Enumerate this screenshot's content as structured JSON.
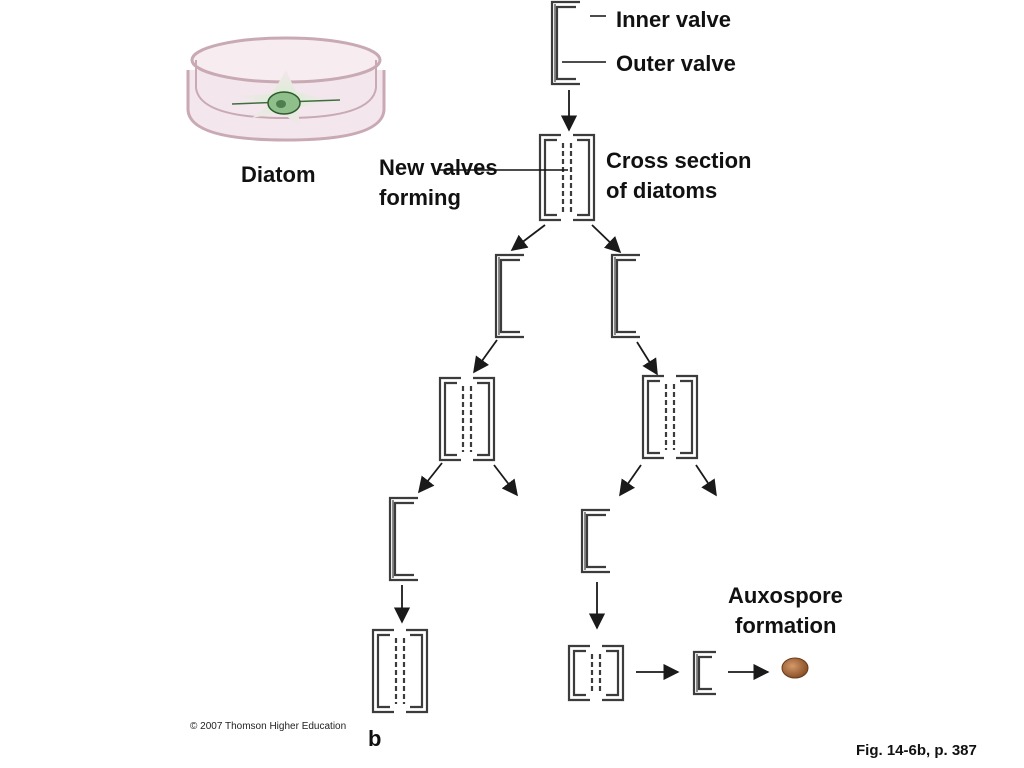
{
  "labels": {
    "inner_valve": "Inner valve",
    "outer_valve": "Outer valve",
    "diatom": "Diatom",
    "new_valves_forming_line1": "New valves",
    "new_valves_forming_line2": "forming",
    "cross_section_line1": "Cross section",
    "cross_section_line2": "of diatoms",
    "auxospore_line1": "Auxospore",
    "auxospore_line2": "formation",
    "panel_letter": "b"
  },
  "footer": {
    "copyright": "© 2007 Thomson Higher Education",
    "figure_ref": "Fig. 14-6b, p. 387"
  },
  "colors": {
    "valve_stroke": "#3c3c3c",
    "arrow": "#1a1a1a",
    "dish_rim": "#c8a9b4",
    "dish_fill": "#f3e6ec",
    "diatom_glow": "#bfe0b8",
    "nucleus": "#6a9a6a",
    "auxospore": "#a0643a"
  }
}
